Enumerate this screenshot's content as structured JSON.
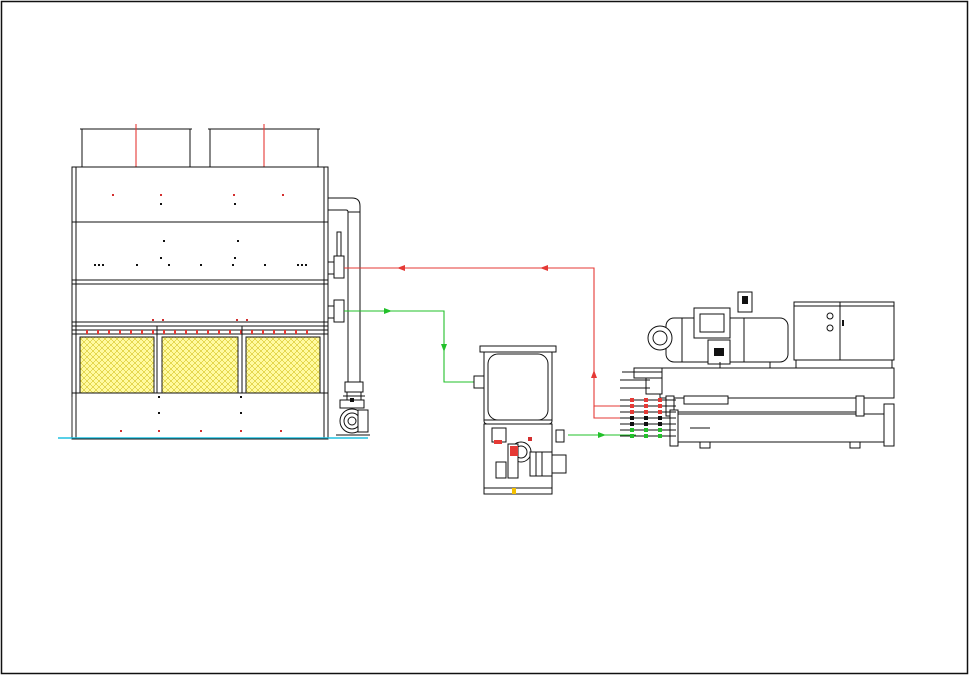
{
  "drawing": {
    "colors": {
      "frame": "#111111",
      "hot_line": "#e53935",
      "cold_line": "#22c02a",
      "fill_media": "#fffaa0",
      "fill_mesh": "#c8b400",
      "basin_water": "#20c0e0"
    },
    "equipment": [
      {
        "id": "cooling-tower",
        "icon": "cooling-tower-icon"
      },
      {
        "id": "water-tank",
        "icon": "tank-icon"
      },
      {
        "id": "pump-unit",
        "icon": "pump-icon"
      },
      {
        "id": "chiller-unit",
        "icon": "chiller-icon"
      },
      {
        "id": "control-cabinet",
        "icon": "cabinet-icon"
      }
    ],
    "flows": [
      {
        "id": "return-line",
        "color": "hot_line",
        "direction": "chiller-to-tower"
      },
      {
        "id": "supply-line",
        "color": "cold_line",
        "direction": "tower-to-tank-to-chiller"
      }
    ]
  }
}
